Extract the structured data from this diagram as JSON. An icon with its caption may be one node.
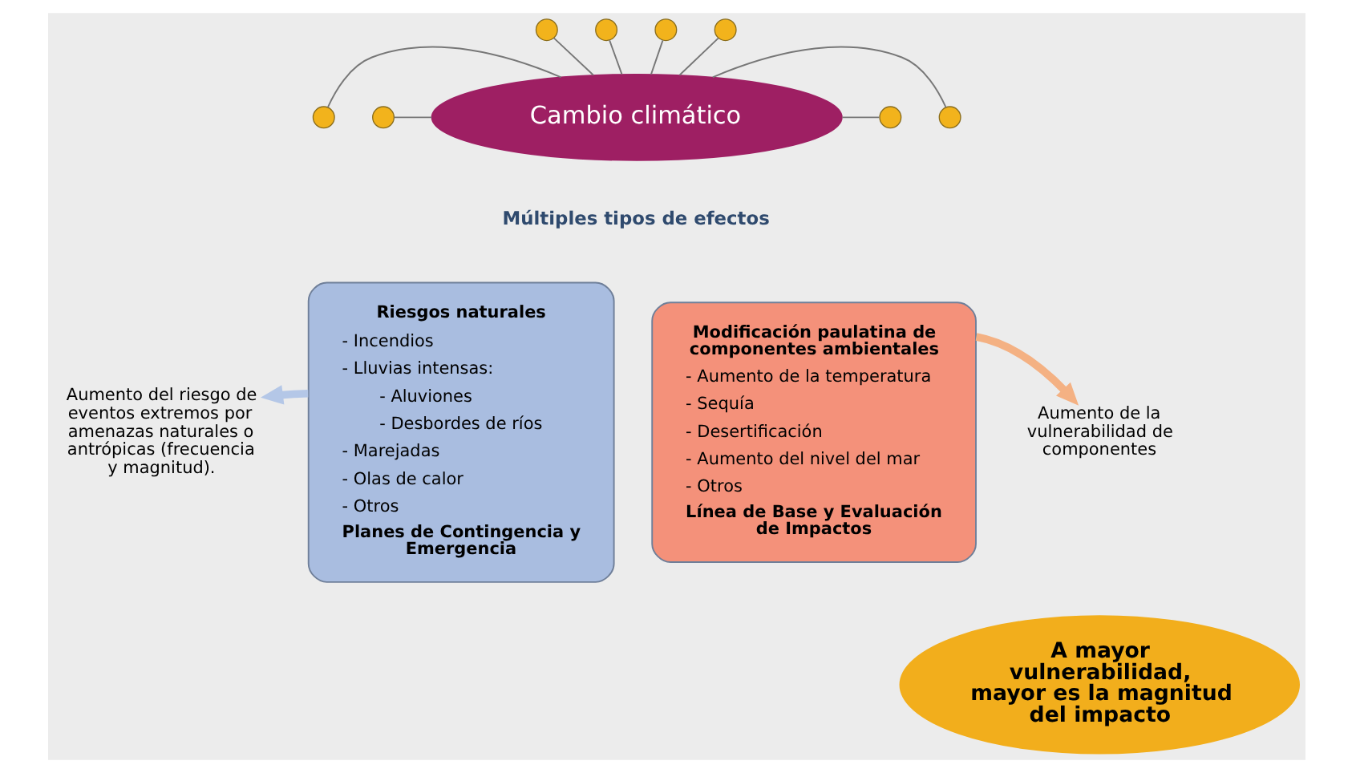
{
  "diagram": {
    "nodes": [
      {
        "text": [
          "Cambio climático"
        ]
      },
      {
        "text": [],
        "shape": "circle"
      },
      {
        "text": [],
        "shape": "circle"
      },
      {
        "text": [],
        "shape": "circle"
      },
      {
        "text": [],
        "shape": "circle"
      },
      {
        "text": [],
        "shape": "circle"
      },
      {
        "text": [],
        "shape": "circle"
      },
      {
        "text": [],
        "shape": "circle"
      },
      {
        "text": [],
        "shape": "circle"
      },
      {
        "text": [
          "Riesgos naturales",
          "- Incendios",
          "- Lluvias intensas:",
          "- Aluviones",
          "- Desbordes de ríos",
          "- Marejadas",
          "- Olas de calor",
          "- Otros",
          "Planes de Contingencia y Emergencia"
        ]
      },
      {
        "text": [
          "Modificación paulatina de componentes ambientales",
          "- Aumento de la temperatura",
          "- Sequía",
          "- Desertificación",
          "- Aumento del nivel del mar",
          "- Otros",
          "Línea de Base y Evaluación de Impactos"
        ]
      },
      {
        "text": [
          "Aumento del riesgo de eventos extremos por amenazas naturales o antrópicas (frecuencia y magnitud)."
        ]
      },
      {
        "text": [
          "Aumento de la vulnerabilidad de componentes"
        ]
      },
      {
        "text": [
          "A mayor vulnerabilidad, mayor es la magnitud del impacto"
        ]
      }
    ],
    "edges": [
      {
        "from": 1,
        "to": 0,
        "arrow": "none"
      },
      {
        "from": 2,
        "to": 0,
        "arrow": "none"
      },
      {
        "from": 3,
        "to": 0,
        "arrow": "none"
      },
      {
        "from": 4,
        "to": 0,
        "arrow": "none"
      },
      {
        "from": 5,
        "to": 0,
        "arrow": "none"
      },
      {
        "from": 6,
        "to": 0,
        "arrow": "none"
      },
      {
        "from": 0,
        "to": 7,
        "arrow": "none"
      },
      {
        "from": 0,
        "to": 8,
        "arrow": "none"
      },
      {
        "from": 9,
        "to": 11,
        "arrow": "to",
        "style": "thick",
        "color": "#b4c7e7"
      },
      {
        "from": 10,
        "to": 12,
        "arrow": "to",
        "style": "thick",
        "color": "#f4b183"
      }
    ],
    "labels": [
      "Múltiples tipos de efectos"
    ]
  }
}
